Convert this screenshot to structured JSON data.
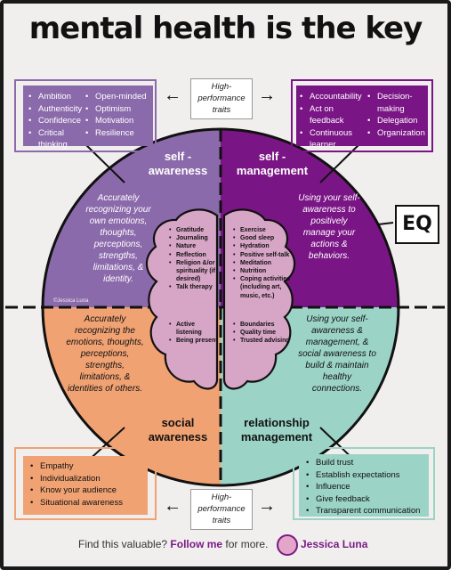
{
  "title": "mental health is the key",
  "high_performance_label": "High-performance traits",
  "traits_top_left_col1": [
    "Ambition",
    "Authenticity",
    "Confidence",
    "Critical thinking"
  ],
  "traits_top_left_col2": [
    "Open-minded",
    "Optimism",
    "Motivation",
    "Resilience"
  ],
  "traits_top_right_col1": [
    "Accountability",
    "Act on feedback",
    "Continuous learner"
  ],
  "traits_top_right_col2": [
    "Decision-making",
    "Delegation",
    "Organization"
  ],
  "traits_bottom_left": [
    "Empathy",
    "Individualization",
    "Know your audience",
    "Situational awareness"
  ],
  "traits_bottom_right": [
    "Build trust",
    "Establish expectations",
    "Influence",
    "Give feedback",
    "Transparent communication"
  ],
  "quadrants": {
    "self_awareness": {
      "label": "self - awareness",
      "description": "Accurately recognizing your own emotions, thoughts, perceptions, strengths, limitations, & identity.",
      "color": "#8b6aab"
    },
    "self_management": {
      "label": "self - management",
      "description": "Using your self-awareness to positively manage your actions & behaviors.",
      "color": "#7a1585"
    },
    "social_awareness": {
      "label": "social awareness",
      "description": "Accurately recognizing the emotions, thoughts, perceptions, strengths, limitations, & identities of others.",
      "color": "#f0a273"
    },
    "relationship_management": {
      "label": "relationship management",
      "description": "Using your self-awareness & management, & social awareness to build & maintain healthy connections.",
      "color": "#9bd3c6"
    }
  },
  "brain": {
    "top_left": [
      "Gratitude",
      "Journaling",
      "Nature",
      "Reflection",
      "Religion &/or spirituality (if desired)",
      "Talk therapy"
    ],
    "top_right": [
      "Exercise",
      "Good sleep",
      "Hydration",
      "Positive self-talk",
      "Meditation",
      "Nutrition",
      "Coping activities (including art, music, etc.)"
    ],
    "bottom_left": [
      "Active listening",
      "Being present"
    ],
    "bottom_right": [
      "Boundaries",
      "Quality time",
      "Trusted advising"
    ],
    "color": "#d7a5c6"
  },
  "eq_label": "EQ",
  "watermark": "©Jessica Luna",
  "footer": {
    "prefix": "Find this valuable?",
    "follow": "Follow me",
    "suffix": "for more.",
    "author": "Jessica Luna"
  }
}
